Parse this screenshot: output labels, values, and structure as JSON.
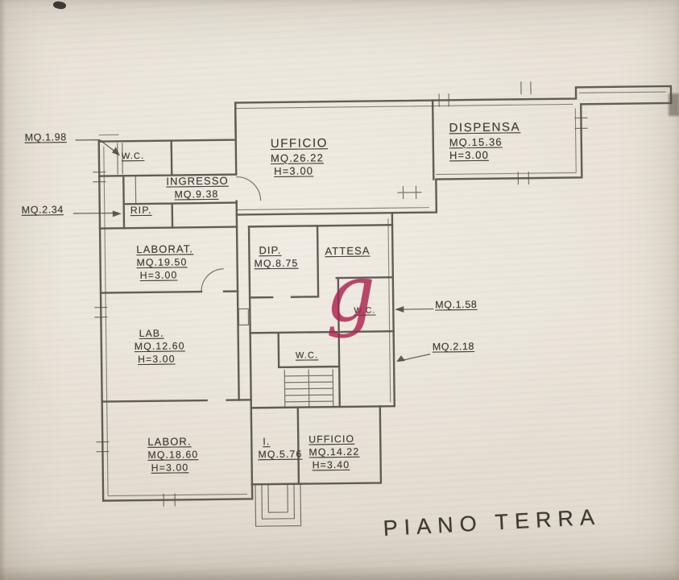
{
  "title": "PIANO TERRA",
  "watermark": {
    "letter": "g"
  },
  "colors": {
    "paper": "#eae4da",
    "ink": "#46413a",
    "accent": "#ad2350"
  },
  "rooms": {
    "wc_top": {
      "l1": "W.C."
    },
    "ingresso": {
      "l1": "INGRESSO",
      "l2": "MQ.9.38"
    },
    "rip": {
      "l1": "RIP."
    },
    "ufficio_top": {
      "l1": "UFFICIO",
      "l2": "MQ.26.22",
      "l3": "H=3.00"
    },
    "dispensa": {
      "l1": "DISPENSA",
      "l2": "MQ.15.36",
      "l3": "H=3.00"
    },
    "laborat": {
      "l1": "LABORAT.",
      "l2": "MQ.19.50",
      "l3": "H=3.00"
    },
    "dip": {
      "l1": "DIP.",
      "l2": "MQ.8.75"
    },
    "attesa": {
      "l1": "ATTESA"
    },
    "wc_center": {
      "l1": "W.C."
    },
    "lab_mid": {
      "l1": "LAB.",
      "l2": "MQ.12.60",
      "l3": "H=3.00"
    },
    "wc_small": {
      "l1": "W.C."
    },
    "labor_bottom": {
      "l1": "LABOR.",
      "l2": "MQ.18.60",
      "l3": "H=3.00"
    },
    "i_room": {
      "l1": "I.",
      "l2": "MQ.5.76"
    },
    "ufficio_bottom": {
      "l1": "UFFICIO",
      "l2": "MQ.14.22",
      "l3": "H=3.40"
    }
  },
  "dimensions": {
    "mq198": "MQ.1.98",
    "mq234": "MQ.2.34",
    "mq158": "MQ.1.58",
    "mq218": "MQ.2.18"
  }
}
